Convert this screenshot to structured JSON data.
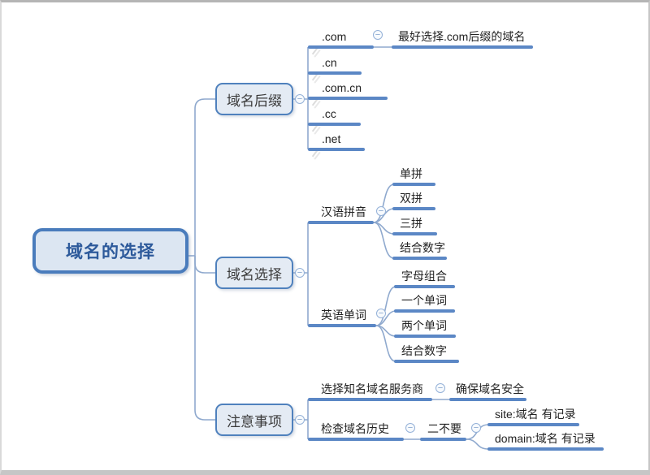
{
  "icons": {
    "collapse": "−",
    "attachment": "slash-mark"
  },
  "colors": {
    "topic_line": "#5b87c5",
    "connector": "#8fa9ce",
    "box_border": "#4f81bd",
    "box_fill": "#e4ebf4",
    "root_border": "#4a7cbc",
    "root_fill": "#dce6f2",
    "root_text": "#2d5a9b"
  },
  "mindmap": {
    "root": {
      "label": "域名的选择"
    },
    "branches": [
      {
        "label": "域名后缀",
        "children": [
          {
            "label": ".com",
            "children": [
              {
                "label": "最好选择.com后缀的域名"
              }
            ]
          },
          {
            "label": ".cn"
          },
          {
            "label": ".com.cn"
          },
          {
            "label": ".cc"
          },
          {
            "label": ".net"
          }
        ]
      },
      {
        "label": "域名选择",
        "children": [
          {
            "label": "汉语拼音",
            "children": [
              {
                "label": "单拼"
              },
              {
                "label": "双拼"
              },
              {
                "label": "三拼"
              },
              {
                "label": "结合数字"
              }
            ]
          },
          {
            "label": "英语单词",
            "children": [
              {
                "label": "字母组合"
              },
              {
                "label": "一个单词"
              },
              {
                "label": "两个单词"
              },
              {
                "label": "结合数字"
              }
            ]
          }
        ]
      },
      {
        "label": "注意事项",
        "children": [
          {
            "label": "选择知名域名服务商",
            "children": [
              {
                "label": "确保域名安全"
              }
            ]
          },
          {
            "label": "检查域名历史",
            "children": [
              {
                "label": "二不要",
                "children": [
                  {
                    "label": "site:域名 有记录"
                  },
                  {
                    "label": "domain:域名 有记录"
                  }
                ]
              }
            ]
          }
        ]
      }
    ]
  }
}
